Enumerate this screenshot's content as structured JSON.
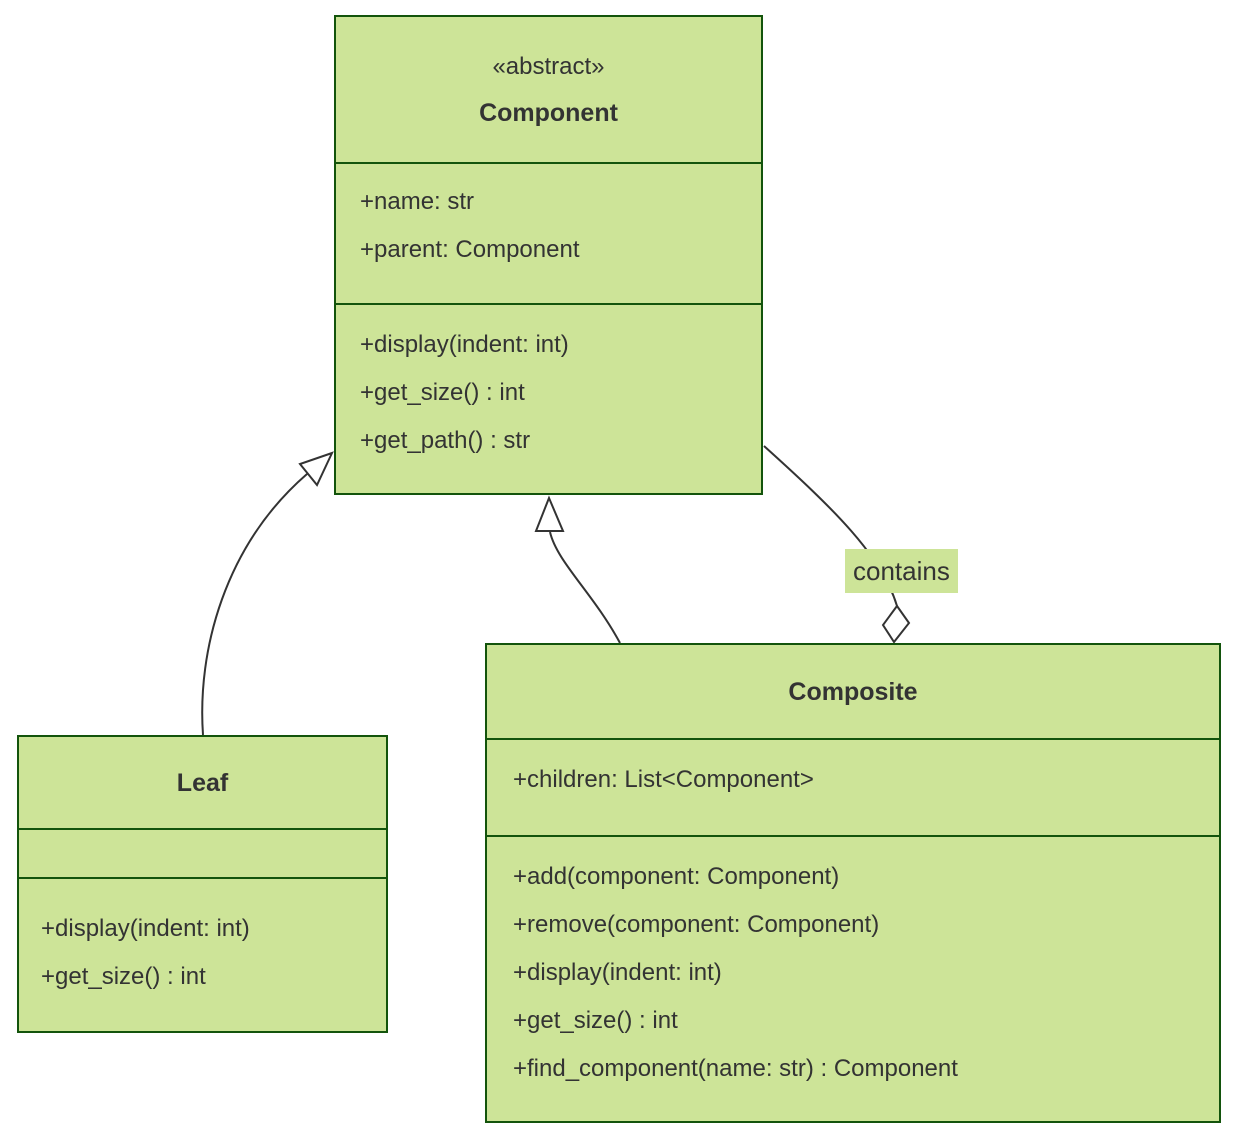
{
  "diagram": {
    "type": "uml-class-diagram",
    "pattern": "Composite",
    "colors": {
      "node_fill": "#cde498",
      "node_border": "#13540c",
      "text": "#333333",
      "line": "#333333",
      "background": "#ffffff"
    },
    "classes": {
      "component": {
        "stereotype": "«abstract»",
        "name": "Component",
        "attributes": [
          "+name: str",
          "+parent: Component"
        ],
        "methods": [
          "+display(indent: int)",
          "+get_size() : int",
          "+get_path() : str"
        ]
      },
      "leaf": {
        "name": "Leaf",
        "attributes": [],
        "methods": [
          "+display(indent: int)",
          "+get_size() : int"
        ]
      },
      "composite": {
        "name": "Composite",
        "attributes": [
          "+children: List<Component>"
        ],
        "methods": [
          "+add(component: Component)",
          "+remove(component: Component)",
          "+display(indent: int)",
          "+get_size() : int",
          "+find_component(name: str) : Component"
        ]
      }
    },
    "relationships": [
      {
        "from": "Leaf",
        "to": "Component",
        "type": "inheritance",
        "label": ""
      },
      {
        "from": "Composite",
        "to": "Component",
        "type": "inheritance",
        "label": ""
      },
      {
        "from": "Composite",
        "to": "Component",
        "type": "aggregation",
        "label": "contains"
      }
    ]
  }
}
